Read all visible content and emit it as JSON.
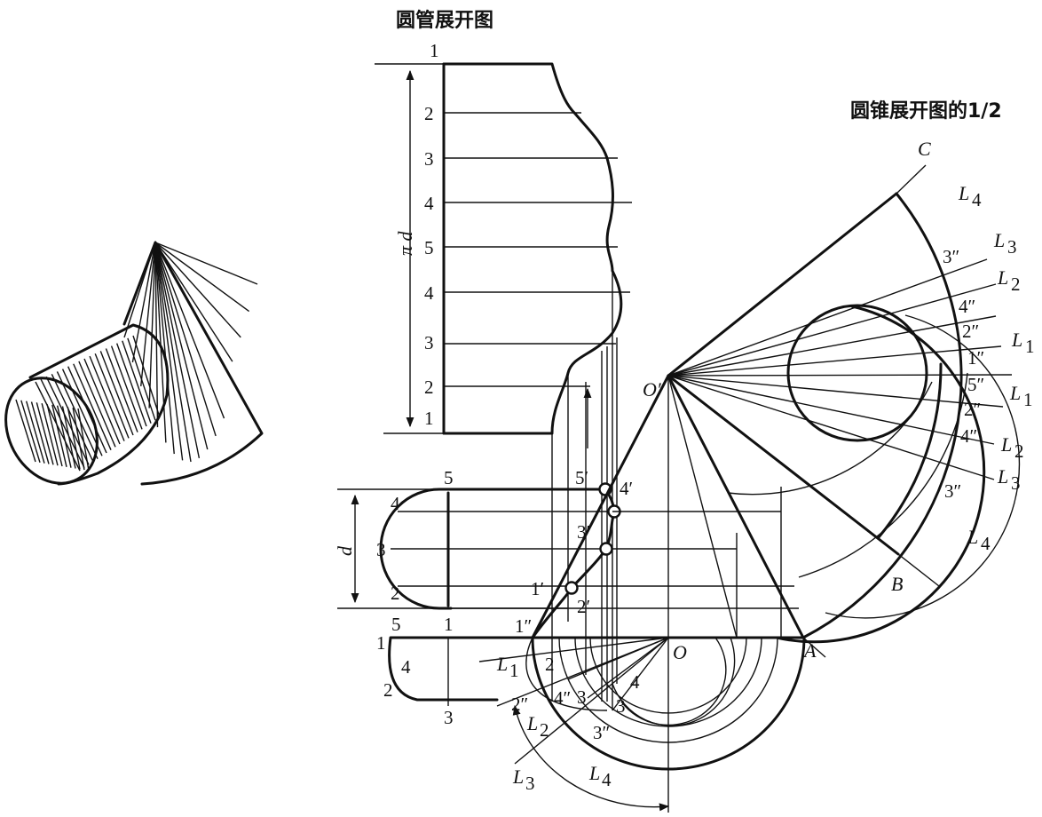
{
  "titles": {
    "pipe_development": "圆管展开图",
    "cone_development_half": "圆锥展开图的1/2"
  },
  "pipe_strip": {
    "length_label": "π d",
    "left_numbers": [
      "1",
      "2",
      "3",
      "4",
      "5",
      "4",
      "3",
      "2",
      "1"
    ]
  },
  "side_view": {
    "diameter_label": "d",
    "top_label": "5",
    "left_numbers": [
      "4",
      "3",
      "2"
    ]
  },
  "plan_view": {
    "numbers": [
      "5",
      "1",
      "1",
      "4",
      "2",
      "3"
    ]
  },
  "intersection_points": [
    "5′",
    "4′",
    "3′",
    "2′",
    "1′",
    "1″"
  ],
  "cone_points": {
    "apex": "O′",
    "base_center": "O",
    "A": "A",
    "B": "B",
    "C": "C"
  },
  "fan_labels": [
    "3″",
    "4″",
    "2″",
    "1″",
    "5″",
    "2″",
    "4″",
    "3″"
  ],
  "arc_dims": [
    "L",
    "4",
    "L",
    "3",
    "L",
    "2",
    "L",
    "1",
    "L",
    "1",
    "L",
    "2",
    "L",
    "3",
    "L",
    "4"
  ],
  "bottom_labels": [
    "2",
    "3",
    "4",
    "2″",
    "4″",
    "3″",
    "3",
    "L",
    "1",
    "L",
    "2",
    "L",
    "3",
    "L",
    "4"
  ],
  "colors": {
    "ink": "#111111",
    "paper": "#ffffff"
  }
}
